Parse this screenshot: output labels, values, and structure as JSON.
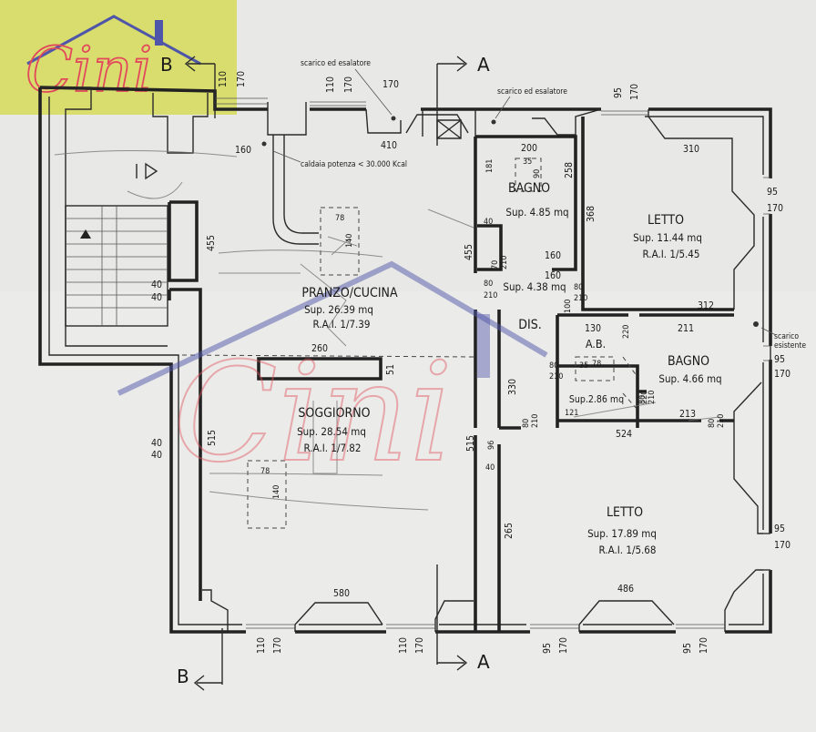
{
  "logo": {
    "text": "Cini"
  },
  "watermark": {
    "text": "Cini"
  },
  "sections": {
    "a_top": "A",
    "a_bottom": "A",
    "b_top": "B",
    "b_bottom": "B"
  },
  "notes": {
    "scarico_1": "scarico ed esalatore",
    "scarico_2": "scarico ed esalatore",
    "caldaia": "caldaia potenza < 30.000 Kcal",
    "scarico_3a": "scarico",
    "scarico_3b": "esistente"
  },
  "rooms": {
    "pranzo": {
      "name": "PRANZO/CUCINA",
      "sup": "Sup. 26.39 mq",
      "rai": "R.A.I. 1/7.39"
    },
    "soggiorno": {
      "name": "SOGGIORNO",
      "sup": "Sup. 28.54 mq",
      "rai": "R.A.I. 1/7.82"
    },
    "bagno1": {
      "name": "BAGNO",
      "sup": "Sup. 4.85 mq"
    },
    "letto1": {
      "name": "LETTO",
      "sup": "Sup. 11.44 mq",
      "rai": "R.A.I. 1/5.45"
    },
    "dis": {
      "name": "DIS.",
      "sup": "Sup. 4.38 mq"
    },
    "ab": {
      "name": "A.B.",
      "sup": "Sup.2.86 mq"
    },
    "bagno2": {
      "name": "BAGNO",
      "sup": "Sup. 4.66 mq"
    },
    "letto2": {
      "name": "LETTO",
      "sup": "Sup. 17.89 mq",
      "rai": "R.A.I. 1/5.68"
    }
  },
  "dims": {
    "d160": "160",
    "d410": "410",
    "d200": "200",
    "d310": "310",
    "d181": "181",
    "d258": "258",
    "d368": "368",
    "d160b": "160",
    "d160c": "160",
    "d455a": "455",
    "d455b": "455",
    "d40a": "40",
    "d40b": "40",
    "d40c": "40",
    "d312": "312",
    "d130": "130",
    "d211": "211",
    "d260": "260",
    "d51": "51",
    "d330": "330",
    "d121": "121",
    "d213": "213",
    "d524": "524",
    "d515a": "515",
    "d515b": "515",
    "d96": "96",
    "d40d": "40",
    "d265": "265",
    "d580": "580",
    "d486": "486",
    "d40e": "40",
    "d40f": "40",
    "w1_a": "110",
    "w1_b": "170",
    "w2_a": "110",
    "w2_b": "170",
    "w3_a": "95",
    "w3_b": "170",
    "w4_a": "95",
    "w4_b": "170",
    "w5_a": "95",
    "w5_b": "170",
    "w6_a": "95",
    "w6_b": "170",
    "w7_a": "110",
    "w7_b": "170",
    "w8_a": "110",
    "w8_b": "170",
    "w9_a": "95",
    "w9_b": "170",
    "w10_a": "95",
    "w10_b": "170",
    "w11": "170",
    "dr_a1": "80",
    "dr_a2": "210",
    "dr_b1": "70",
    "dr_b2": "210",
    "dr_c1": "80",
    "dr_c2": "210",
    "dr_d1": "100",
    "dr_d2": "210",
    "dr_e1": "80",
    "dr_e2": "210",
    "dr_f1": "80",
    "dr_f2": "210",
    "dr_g1": "80",
    "dr_g2": "210",
    "dr_h1": "220",
    "dr_h2": "220",
    "dr_i1": "80",
    "dr_i2": "210",
    "fx_35": "35",
    "fx_90": "90",
    "fx_78a": "78",
    "fx_140a": "140",
    "fx_78b": "78",
    "fx_140b": "140",
    "fx_35b": "35",
    "fx_78c": "78"
  },
  "colors": {
    "paper": "#ebebe9",
    "logo_bg": "#d8dd6e",
    "watermark": "#e0545e",
    "brand_blue": "#4f55a8"
  }
}
